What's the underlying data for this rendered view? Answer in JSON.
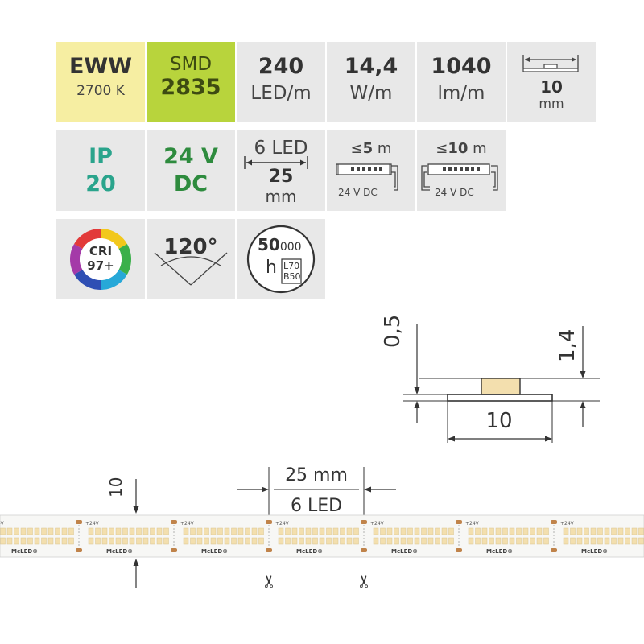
{
  "tiles": {
    "color": {
      "main": "EWW",
      "sub": "2700 K"
    },
    "chip": {
      "top": "SMD",
      "main": "2835"
    },
    "density": {
      "main": "240",
      "sub": "LED/m"
    },
    "power": {
      "main": "14,4",
      "sub": "W/m"
    },
    "flux": {
      "main": "1040",
      "sub": "lm/m"
    },
    "width": {
      "main": "10",
      "sub": "mm"
    },
    "ip": {
      "top": "IP",
      "main": "20"
    },
    "voltage": {
      "top": "24 V",
      "main": "DC"
    },
    "segment": {
      "top": "6 LED",
      "main": "25",
      "sub": "mm"
    },
    "run5": {
      "prefix": "≤",
      "num": "5",
      "unit": "m",
      "label": "24 V DC"
    },
    "run10": {
      "prefix": "≤",
      "num": "10",
      "unit": "m",
      "label": "24 V DC"
    },
    "cri": {
      "top": "CRI",
      "main": "97+"
    },
    "angle": {
      "main": "120°"
    },
    "lifetime": {
      "num": "50",
      "suffix": "000",
      "unit": "h",
      "l": "L70",
      "b": "B50"
    }
  },
  "profile": {
    "thickness": "0,5",
    "height": "1,4",
    "width": "10"
  },
  "strip": {
    "width_label": "10",
    "segment_mm": "25 mm",
    "segment_led": "6 LED",
    "brand": "McLED®",
    "pad_label": "+24V"
  },
  "colors": {
    "tile_gray": "#e8e8e8",
    "tile_yellow": "#f6eea2",
    "tile_green": "#b8d43c",
    "teal": "#2aa48c",
    "dark_green": "#2e8b3e",
    "led_warm": "#f3dfae",
    "copper": "#c0834a"
  }
}
